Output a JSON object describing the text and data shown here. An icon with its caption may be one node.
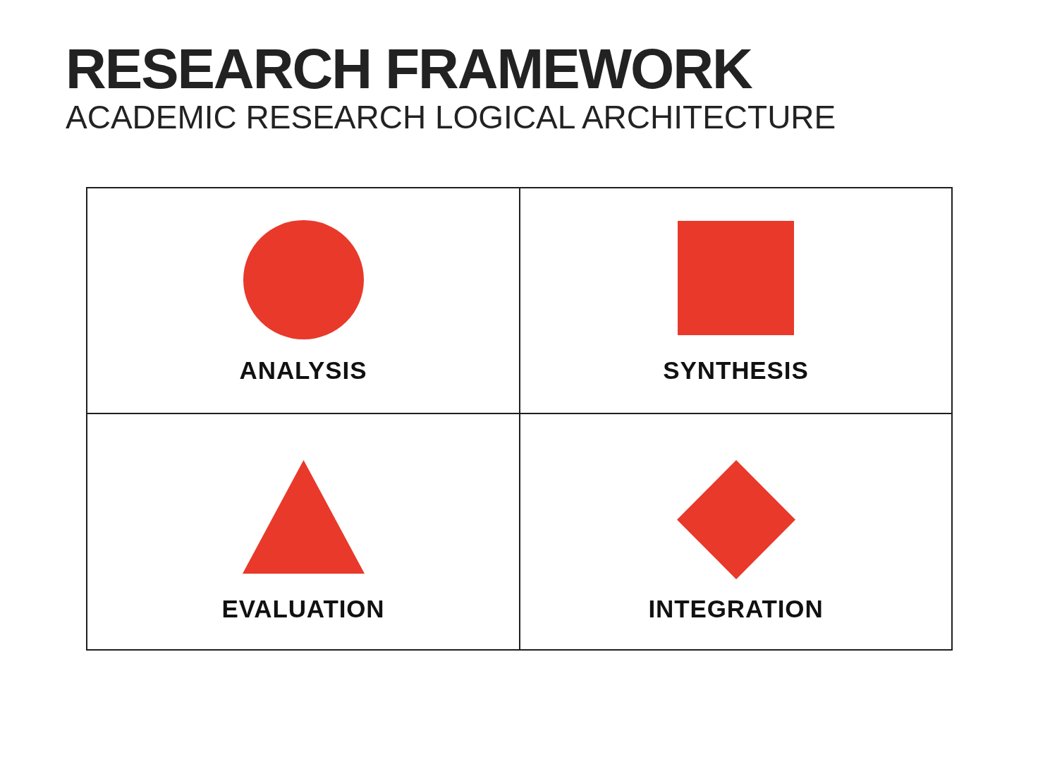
{
  "diagram": {
    "title": "RESEARCH FRAMEWORK",
    "nodes": [
      {
        "text": [
          "ANALYSIS"
        ]
      },
      {
        "text": [],
        "shape": "circle",
        "in": 0
      },
      {
        "text": [
          "SYNTHESIS"
        ]
      },
      {
        "text": [],
        "shape": "box",
        "in": 2
      },
      {
        "text": [
          "EVALUATION"
        ]
      },
      {
        "text": [],
        "shape": "triangle",
        "in": 4
      },
      {
        "text": [
          "INTEGRATION"
        ]
      },
      {
        "text": [],
        "shape": "diamond",
        "in": 6
      }
    ],
    "labels": [
      "ACADEMIC RESEARCH LOGICAL ARCHITECTURE"
    ]
  }
}
